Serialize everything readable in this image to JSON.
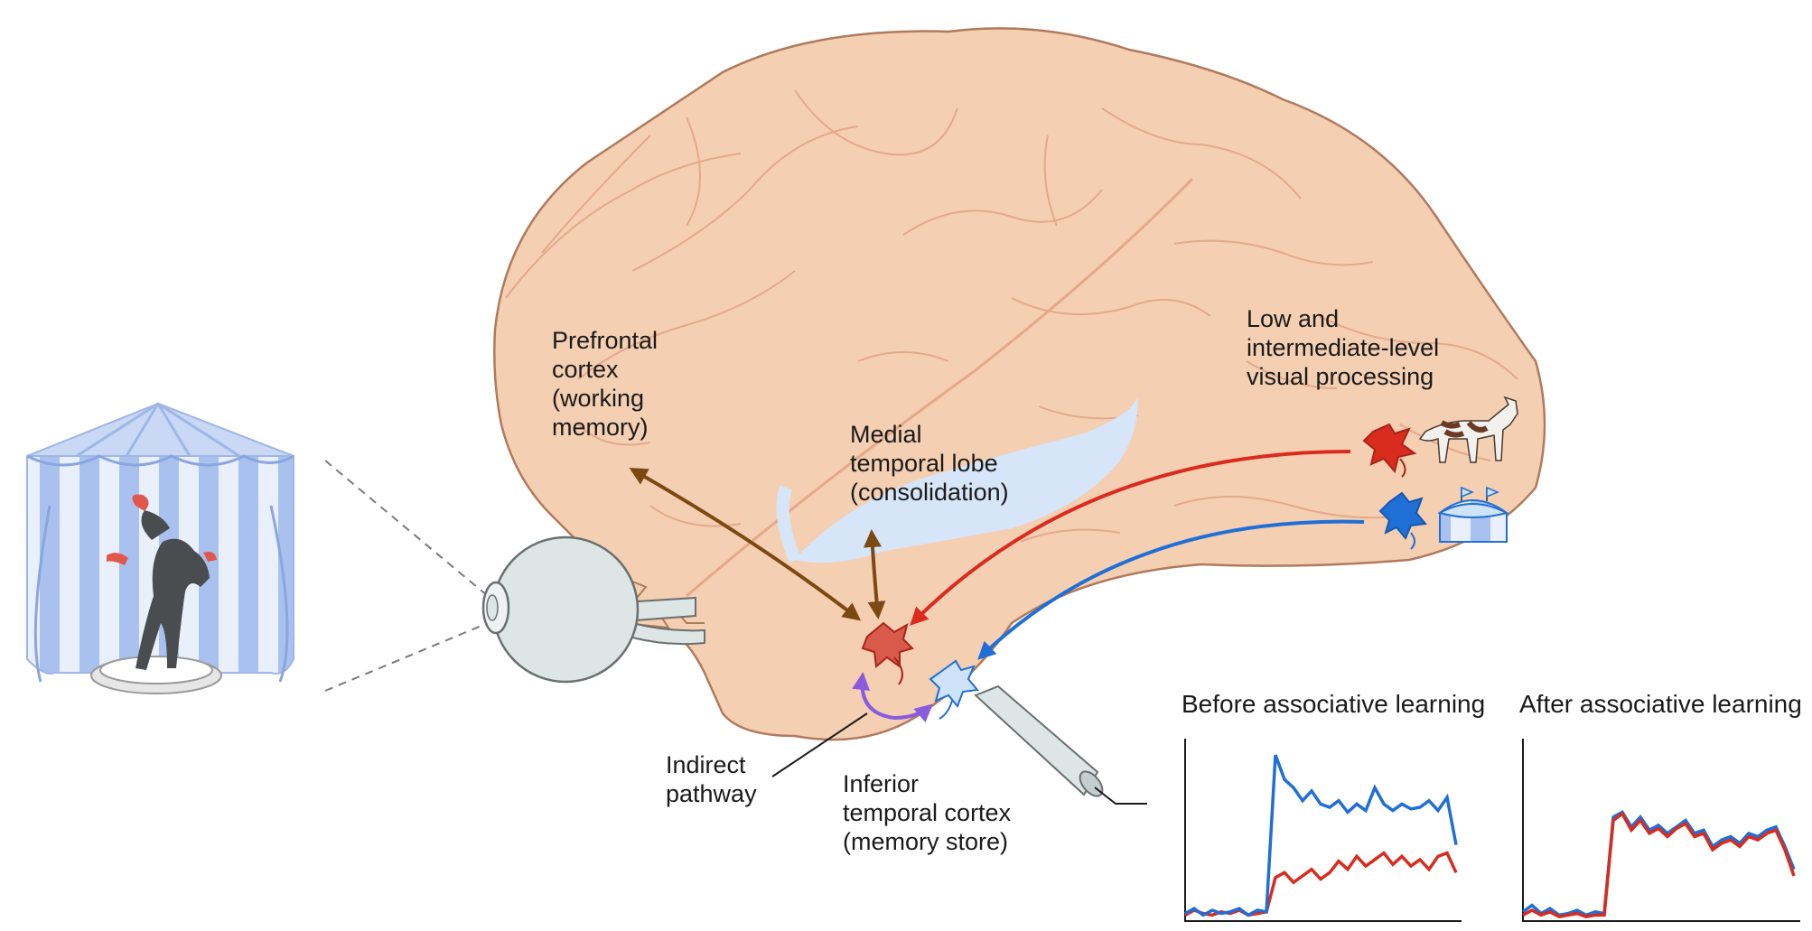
{
  "labels": {
    "prefrontal": [
      "Prefrontal",
      "cortex",
      "(working",
      "memory)"
    ],
    "medial": [
      "Medial",
      "temporal lobe",
      "(consolidation)"
    ],
    "low_level": [
      "Low and",
      "intermediate-level",
      "visual processing"
    ],
    "indirect": [
      "Indirect",
      "pathway"
    ],
    "inferior": [
      "Inferior",
      "temporal cortex",
      "(memory store)"
    ]
  },
  "chart_data": [
    {
      "type": "line",
      "title": "Before associative learning",
      "xlabel": "",
      "ylabel": "",
      "x": [
        0,
        1,
        2,
        3,
        4,
        5,
        6,
        7,
        8,
        9,
        10,
        11,
        12,
        13,
        14,
        15,
        16,
        17,
        18,
        19,
        20,
        21,
        22,
        23,
        24,
        25,
        26,
        27,
        28,
        29,
        30
      ],
      "series": [
        {
          "color": "#1f6fd6",
          "values": [
            0.03,
            0.06,
            0.02,
            0.05,
            0.03,
            0.04,
            0.06,
            0.02,
            0.05,
            0.04,
            1.0,
            0.85,
            0.8,
            0.72,
            0.78,
            0.7,
            0.68,
            0.72,
            0.65,
            0.7,
            0.66,
            0.8,
            0.7,
            0.66,
            0.7,
            0.67,
            0.68,
            0.72,
            0.66,
            0.74,
            0.45
          ]
        },
        {
          "color": "#d92b1e",
          "values": [
            0.02,
            0.05,
            0.03,
            0.02,
            0.04,
            0.03,
            0.05,
            0.02,
            0.03,
            0.04,
            0.25,
            0.28,
            0.22,
            0.26,
            0.3,
            0.24,
            0.28,
            0.35,
            0.3,
            0.38,
            0.32,
            0.36,
            0.4,
            0.33,
            0.38,
            0.32,
            0.36,
            0.3,
            0.38,
            0.4,
            0.28
          ]
        }
      ],
      "ylim": [
        0,
        1.1
      ]
    },
    {
      "type": "line",
      "title": "After associative learning",
      "xlabel": "",
      "ylabel": "",
      "x": [
        0,
        1,
        2,
        3,
        4,
        5,
        6,
        7,
        8,
        9,
        10,
        11,
        12,
        13,
        14,
        15,
        16,
        17,
        18,
        19,
        20,
        21,
        22,
        23,
        24,
        25,
        26,
        27,
        28,
        29,
        30
      ],
      "series": [
        {
          "color": "#1f6fd6",
          "values": [
            0.04,
            0.08,
            0.03,
            0.06,
            0.02,
            0.03,
            0.05,
            0.02,
            0.04,
            0.03,
            0.62,
            0.65,
            0.56,
            0.62,
            0.54,
            0.57,
            0.52,
            0.56,
            0.6,
            0.52,
            0.54,
            0.44,
            0.48,
            0.5,
            0.46,
            0.52,
            0.5,
            0.54,
            0.56,
            0.44,
            0.3
          ]
        },
        {
          "color": "#d92b1e",
          "values": [
            0.02,
            0.05,
            0.02,
            0.04,
            0.01,
            0.02,
            0.03,
            0.01,
            0.02,
            0.02,
            0.6,
            0.64,
            0.54,
            0.6,
            0.52,
            0.55,
            0.5,
            0.55,
            0.58,
            0.5,
            0.52,
            0.42,
            0.46,
            0.48,
            0.44,
            0.5,
            0.48,
            0.52,
            0.54,
            0.42,
            0.26
          ]
        }
      ],
      "ylim": [
        0,
        1.1
      ]
    }
  ]
}
